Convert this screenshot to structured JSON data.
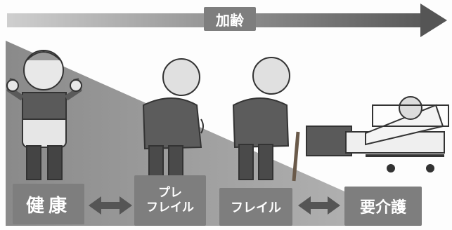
{
  "header": {
    "aging_label": "加齢"
  },
  "stages": {
    "health": "健康",
    "pre_frail_line1": "プレ",
    "pre_frail_line2": "フレイル",
    "frail": "フレイル",
    "care": "要介護"
  },
  "colors": {
    "label_bg": "#7e7e7e",
    "wedge": "#9a9a9a",
    "arrow": "#555555"
  },
  "icons": [
    "aging-arrow-icon",
    "bidirectional-arrow-icon",
    "elderly-figure-icon",
    "cane-icon",
    "hospital-bed-icon"
  ]
}
